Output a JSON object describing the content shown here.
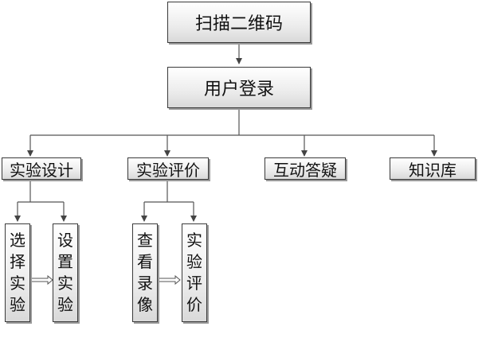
{
  "diagram": {
    "root": {
      "label": "扫描二维码"
    },
    "login": {
      "label": "用户登录"
    },
    "modules": [
      {
        "label": "实验设计"
      },
      {
        "label": "实验评价"
      },
      {
        "label": "互动答疑"
      },
      {
        "label": "知识库"
      }
    ],
    "design_children": [
      {
        "label": "选择实验"
      },
      {
        "label": "设置实验"
      }
    ],
    "eval_children": [
      {
        "label": "查看录像"
      },
      {
        "label": "实验评价"
      }
    ]
  }
}
